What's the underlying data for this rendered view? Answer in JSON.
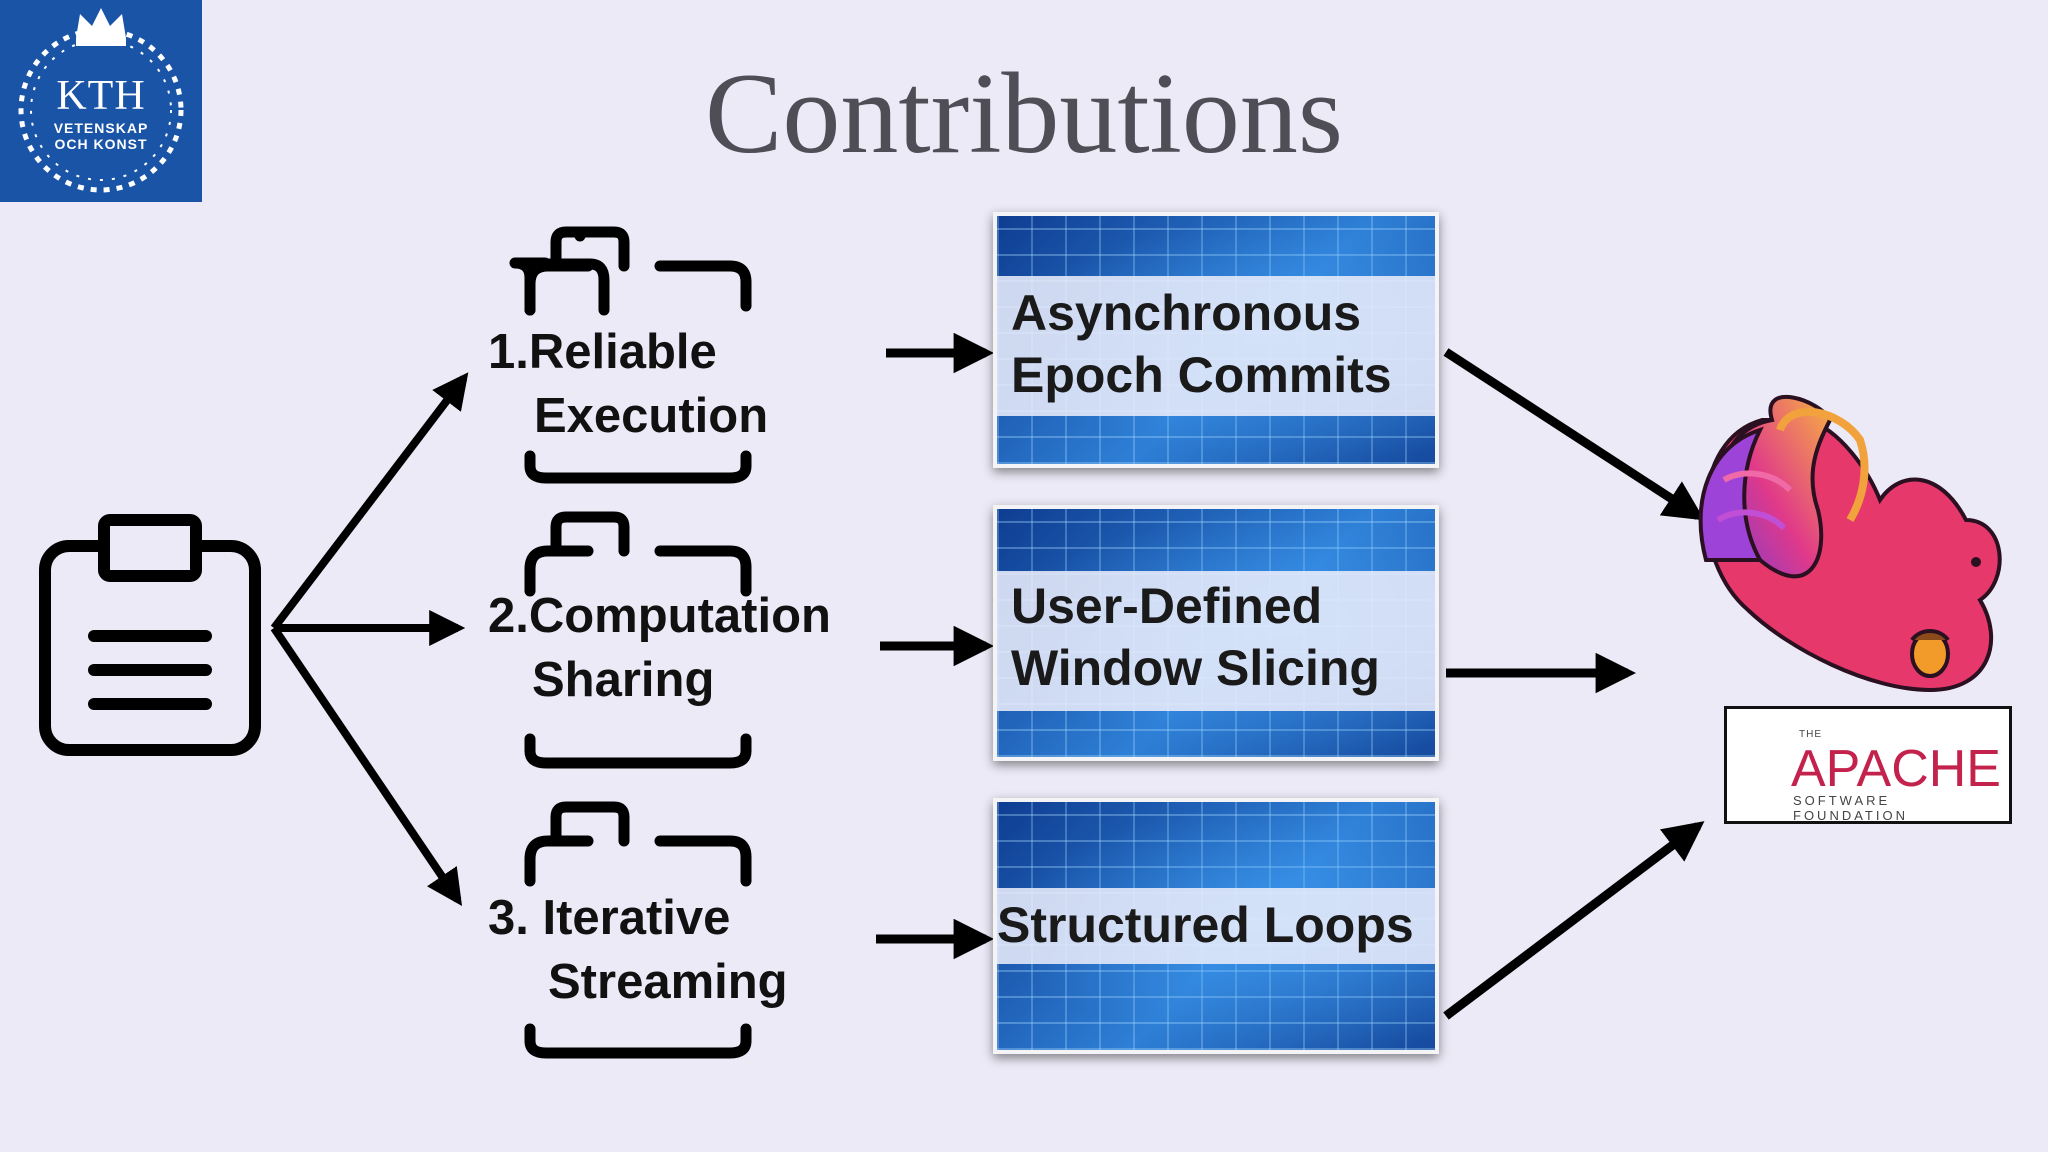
{
  "logo": {
    "name": "KTH",
    "line1": "VETENSKAP",
    "line2": "OCH KONST"
  },
  "title": "Contributions",
  "contributions": [
    {
      "line1": "1.Reliable",
      "line2": "Execution"
    },
    {
      "line1": "2.Computation",
      "line2": "Sharing"
    },
    {
      "line1": "3. Iterative",
      "line2": "Streaming"
    }
  ],
  "results": [
    {
      "line1": "Asynchronous",
      "line2": "Epoch Commits"
    },
    {
      "line1": "User-Defined",
      "line2": "Window Slicing"
    },
    {
      "line1": "Structured Loops",
      "line2": ""
    }
  ],
  "apache": {
    "the": "THE",
    "name": "APACHE",
    "sub": "SOFTWARE FOUNDATION"
  },
  "colors": {
    "background": "#ebeaf6",
    "kth_blue": "#1954a6",
    "apache_red": "#c3224d",
    "flink_pink": "#e6386a"
  }
}
